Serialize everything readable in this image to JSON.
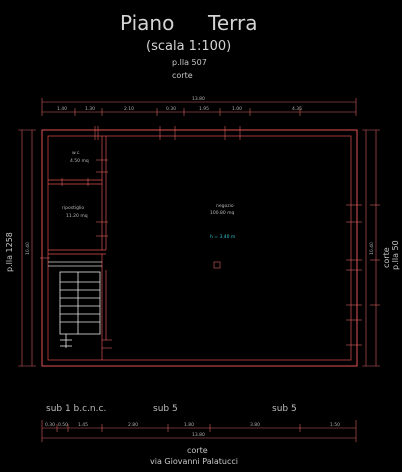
{
  "title": {
    "line1_a": "Piano",
    "line1_b": "Terra",
    "line2": "(scala 1:100)"
  },
  "labels": {
    "top_particella": "p.lla 507",
    "top_corte": "corte",
    "left_particella": "p.lla 1258",
    "right_corte": "corte",
    "right_particella": "p.lla 50",
    "sub_left": "sub 1 b.c.n.c.",
    "sub_mid": "sub 5",
    "sub_right": "sub 5",
    "bottom_corte": "corte",
    "street": "via Giovanni Palatucci"
  },
  "rooms": {
    "wc_name": "w.c.",
    "wc_area": "4.50 mq",
    "ripostiglio_name": "ripostiglio",
    "ripostiglio_area": "11.20 mq",
    "main_name": "negozio",
    "main_area": "100.80 mq",
    "main_height": "h = 3.40 m"
  },
  "dimensions": {
    "top_total": "13.80",
    "top_segments": [
      "1.40",
      "1.30",
      "2.10",
      "0.30",
      "1.95",
      "1.00",
      "4.35"
    ],
    "bottom_total": "13.80",
    "bottom_segments": [
      "0.30",
      "0.50",
      "1.45",
      "2.80",
      "1.80",
      "3.80",
      "1.50"
    ],
    "left_total": "10.40",
    "right_total": "10.40"
  },
  "colors": {
    "wall": "#e05050",
    "text": "#d4d4d4",
    "annotation": "#30c0d0",
    "background": "#000000"
  }
}
